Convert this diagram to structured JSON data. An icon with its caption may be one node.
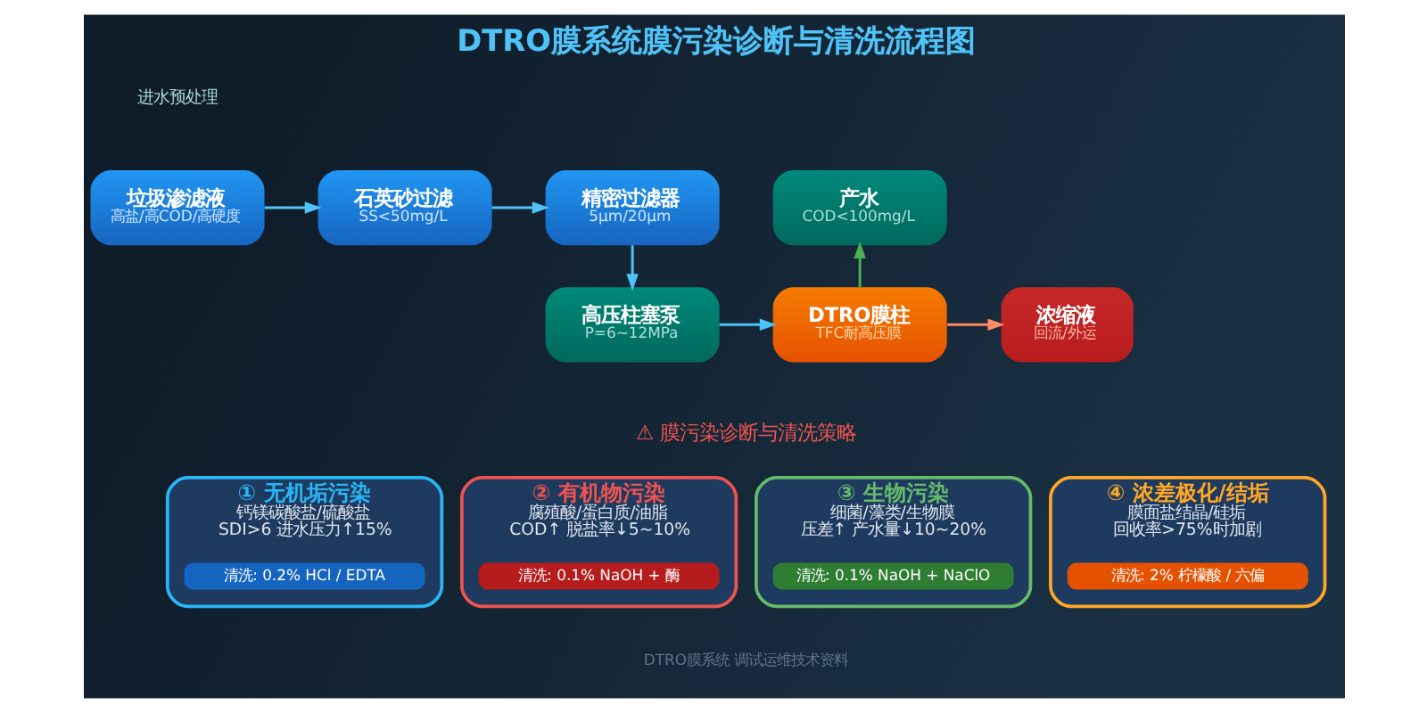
{
  "diagram": {
    "title": "DTRO膜系统膜污染诊断与清洗流程图",
    "nodes": [
      {
        "text": [
          "垃圾渗滤液",
          "高盐/高COD/高硬度"
        ]
      },
      {
        "text": [
          "石英砂过滤",
          "SS<50mg/L"
        ]
      },
      {
        "text": [
          "精密过滤器",
          "5μm/20μm"
        ]
      },
      {
        "text": [
          "产水",
          "COD<100mg/L"
        ]
      },
      {
        "text": [
          "高压柱塞泵",
          "P=6~12MPa"
        ]
      },
      {
        "text": [
          "DTRO膜柱",
          "TFC耐高压膜"
        ]
      },
      {
        "text": [
          "浓缩液",
          "回流/外运"
        ]
      },
      {
        "text": [
          "① 无机垢污染",
          "钙镁碳酸盐/硫酸盐",
          "SDI>6 进水压力↑15%"
        ]
      },
      {
        "text": [
          "清洗: 0.2% HCl / EDTA"
        ],
        "in": 7
      },
      {
        "text": [
          "② 有机物污染",
          "腐殖酸/蛋白质/油脂",
          "COD↑ 脱盐率↓5~10%"
        ]
      },
      {
        "text": [
          "清洗: 0.1% NaOH + 酶"
        ],
        "in": 9
      },
      {
        "text": [
          "③ 生物污染",
          "细菌/藻类/生物膜",
          "压差↑ 产水量↓10~20%"
        ]
      },
      {
        "text": [
          "清洗: 0.1% NaOH + NaClO"
        ],
        "in": 11
      },
      {
        "text": [
          "④ 浓差极化/结垢",
          "膜面盐结晶/硅垢",
          "回收率>75%时加剧"
        ]
      },
      {
        "text": [
          "清洗: 2% 柠檬酸 / 六偏"
        ],
        "in": 13
      }
    ],
    "edges": [
      {
        "from": 0,
        "to": 1,
        "arrow": "to"
      },
      {
        "from": 1,
        "to": 2,
        "arrow": "to"
      },
      {
        "from": 2,
        "to": 4,
        "arrow": "to"
      },
      {
        "from": 4,
        "to": 5,
        "arrow": "to"
      },
      {
        "from": 5,
        "to": 3,
        "arrow": "to",
        "color": "#4caf50"
      },
      {
        "from": 5,
        "to": 6,
        "arrow": "to",
        "color": "#ff8a65"
      }
    ],
    "labels": [
      "进水预处理",
      "⚠ 膜污染诊断与清洗策略",
      "DTRO膜系统 调试运维技术资料"
    ]
  }
}
